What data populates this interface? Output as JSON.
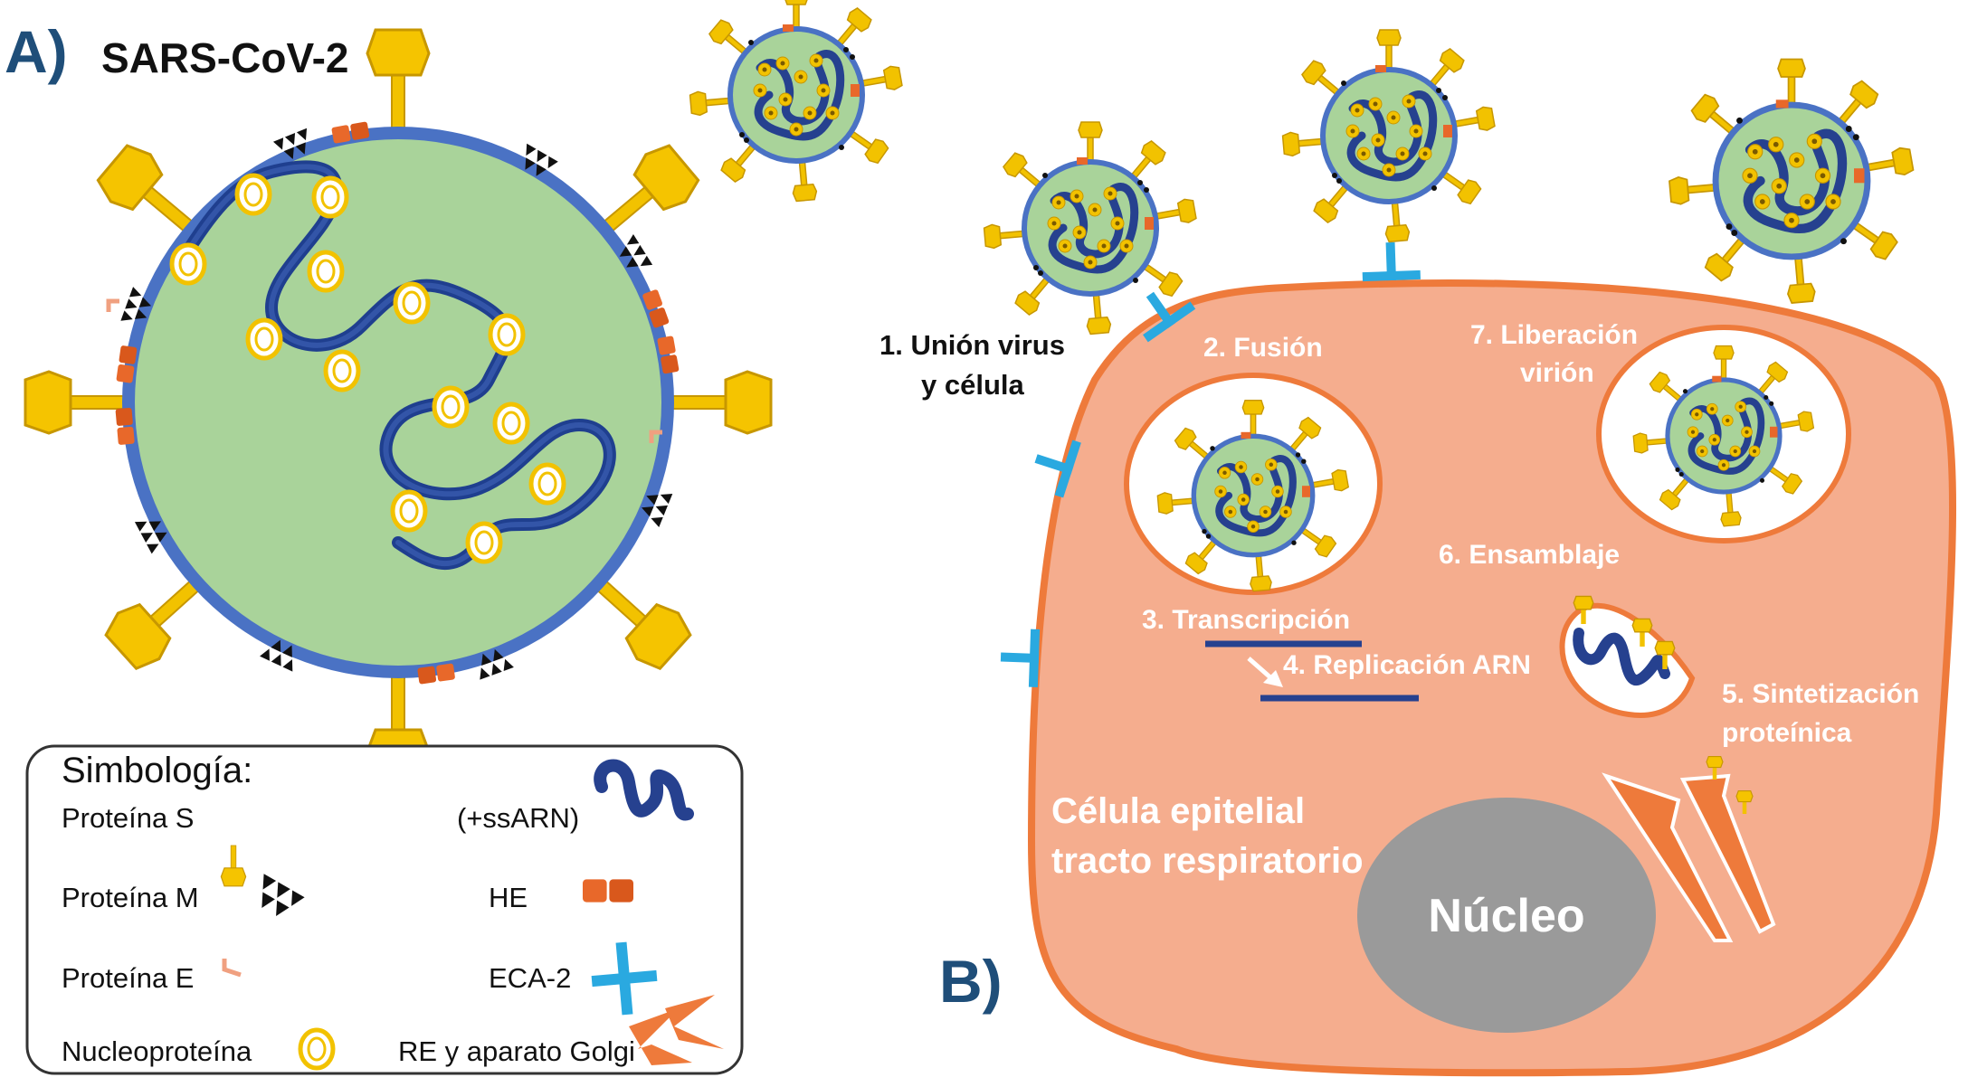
{
  "panel_a": {
    "letter": "A)",
    "title": "SARS-CoV-2"
  },
  "panel_b": {
    "letter": "B)",
    "steps": {
      "s1_line1": "1. Unión virus",
      "s1_line2": "y célula",
      "s2": "2. Fusión",
      "s3": "3. Transcripción",
      "s4": "4. Replicación ARN",
      "s5_line1": "5. Sintetización",
      "s5_line2": "proteínica",
      "s6": "6. Ensamblaje",
      "s7_line1": "7. Liberación",
      "s7_line2": "virión"
    },
    "cell_label_line1": "Célula epitelial",
    "cell_label_line2": "tracto respiratorio",
    "nucleus_label": "Núcleo"
  },
  "legend": {
    "title": "Simbología:",
    "items": {
      "protein_s": "Proteína S",
      "protein_m": "Proteína M",
      "protein_e": "Proteína E",
      "nucleoprotein": "Nucleoproteína",
      "rna": "(+ssARN)",
      "he": "HE",
      "ace2": "ECA-2",
      "er_golgi": "RE y aparato Golgi"
    }
  },
  "colors": {
    "envelope": "#4a72c4",
    "virus_interior": "#a9d39a",
    "rna": "#26418f",
    "spike": "#f2c200",
    "spike_dark": "#c79700",
    "he_protein": "#e8682a",
    "ace2_receptor": "#2aa9e0",
    "cell_fill": "#f5ad8e",
    "cell_border": "#ee7a3b",
    "nucleus": "#9a9a9a",
    "panel_letter": "#1f4e79"
  }
}
